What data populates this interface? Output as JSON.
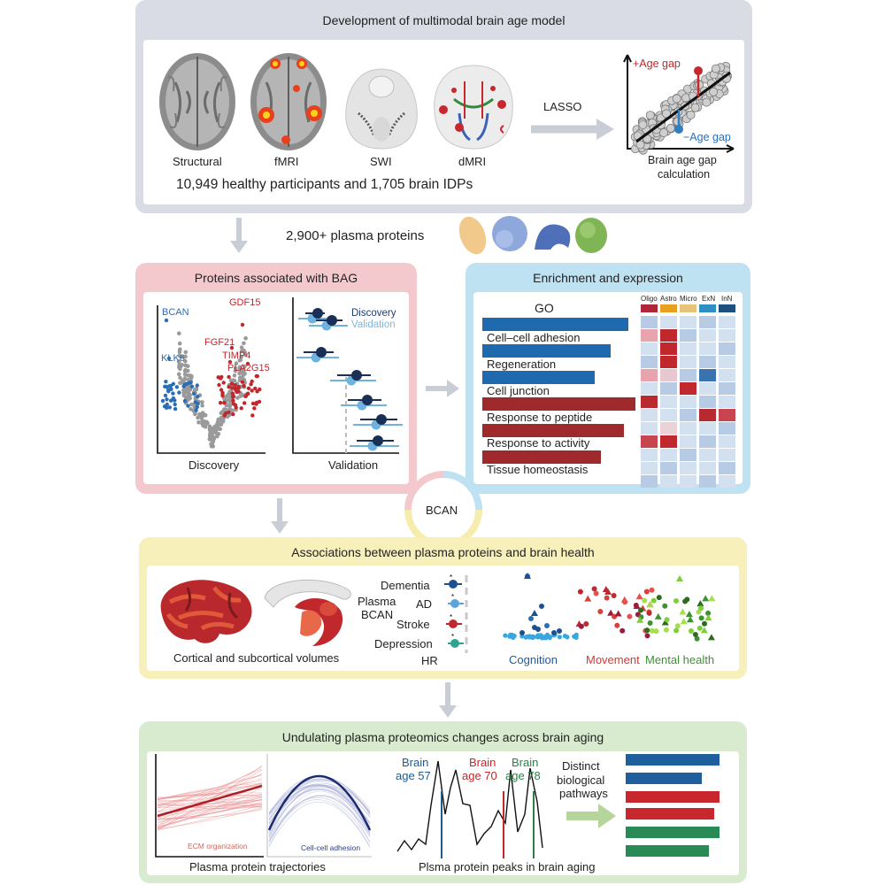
{
  "panel1": {
    "title": "Development of multimodal brain age model",
    "modalities": [
      "Structural",
      "fMRI",
      "SWI",
      "dMRI"
    ],
    "method": "LASSO",
    "participants": "10,949 healthy participants and 1,705 brain IDPs",
    "gap_plus": "+Age gap",
    "gap_minus": "−Age gap",
    "gap_calc_line1": "Brain age gap",
    "gap_calc_line2": "calculation"
  },
  "proteins_label": "2,900+ plasma proteins",
  "panel2": {
    "title": "Proteins associated with BAG",
    "volcano_labels": [
      "BCAN",
      "GDF15",
      "FGF21",
      "TIMP4",
      "KLK6",
      "PLA2G15"
    ],
    "discovery_caption": "Discovery",
    "validation_caption": "Validation",
    "legend_discovery": "Discovery",
    "legend_validation": "Validation"
  },
  "panel3": {
    "title": "Enrichment and expression",
    "go_label": "GO",
    "terms": [
      "Cell–cell adhesion",
      "Regeneration",
      "Cell junction",
      "Response to peptide",
      "Response to activity",
      "Tissue homeostasis"
    ],
    "cell_types": [
      "Oligo",
      "Astro",
      "Micro",
      "ExN",
      "InN"
    ],
    "cell_type_colors": [
      "#b0263a",
      "#e8a021",
      "#e9c27c",
      "#2f8fc4",
      "#1f4f7f"
    ]
  },
  "bcan_center": "BCAN",
  "panel4": {
    "title": "Associations between plasma proteins and brain health",
    "volumes_caption": "Cortical and subcortical volumes",
    "plasma_line1": "Plasma",
    "plasma_line2": "BCAN",
    "outcomes": [
      "Dementia",
      "AD",
      "Stroke",
      "Depression",
      "HR"
    ],
    "domains": [
      "Cognition",
      "Movement",
      "Mental health"
    ]
  },
  "panel5": {
    "title": "Undulating plasma proteomics changes across brain aging",
    "ecm_label": "ECM organization",
    "adhesion_label": "Cell-cell adhesion",
    "trajectories_caption": "Plasma protein trajectories",
    "peaks": [
      {
        "line1": "Brain",
        "line2": "age 57"
      },
      {
        "line1": "Brain",
        "line2": "age 70"
      },
      {
        "line1": "Brain",
        "line2": "age 78"
      }
    ],
    "distinct_line1": "Distinct",
    "distinct_line2": "biological",
    "distinct_line3": "pathways",
    "peaks_caption": "Plsma protein peaks in brain aging"
  }
}
